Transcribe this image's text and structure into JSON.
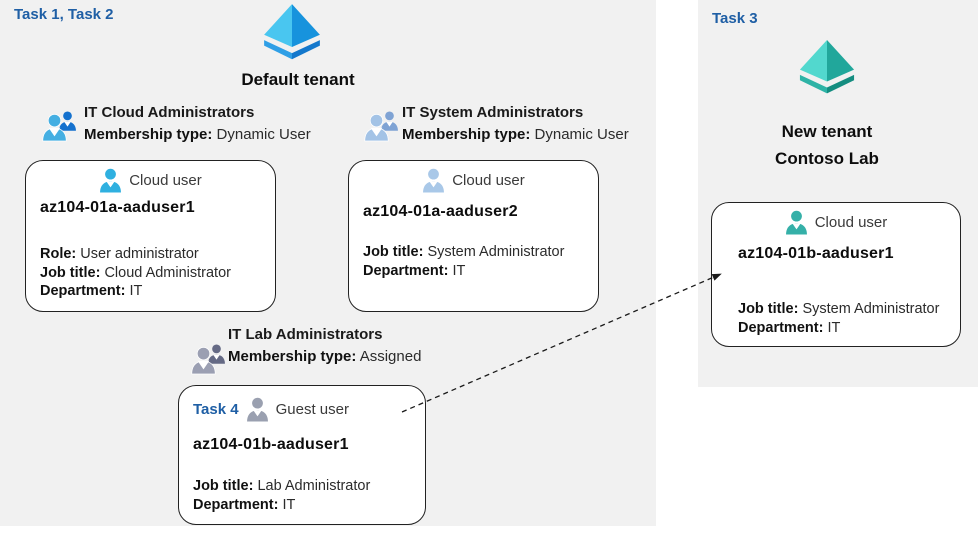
{
  "colors": {
    "task-blue": "#1f5fa5",
    "panel-gray": "#f1f1f1",
    "arrow": "#1a1a1a",
    "aad-face-light": "#49c6f0",
    "aad-face-dark": "#1793dd",
    "aad-base-left": "#2f9fe6",
    "aad-base-right": "#1478cc",
    "teal-face-light": "#52d8ce",
    "teal-face-dark": "#21a79b",
    "teal-base-left": "#2eb3a6",
    "teal-base-right": "#148d80",
    "user-cyan": "#2fb0e0",
    "user-pale-blue": "#a9c8e8",
    "user-gray": "#9aa0b0",
    "user-teal": "#35b0a8",
    "group-cloud-front": "#45afe2",
    "group-cloud-back": "#1471ce",
    "group-system-front": "#a3c3e6",
    "group-system-back": "#7fa3d4",
    "group-lab-front": "#9b9fb2",
    "group-lab-back": "#656a85"
  },
  "left_panel": {
    "task_label": "Task 1, Task 2",
    "tenant_name": "Default tenant"
  },
  "right_panel": {
    "task_label": "Task 3",
    "tenant_name_line1": "New tenant",
    "tenant_name_line2": "Contoso Lab"
  },
  "groups": [
    {
      "title": "IT Cloud Administrators",
      "membership_label": "Membership type:",
      "membership_value": "Dynamic User"
    },
    {
      "title": "IT System Administrators",
      "membership_label": "Membership type:",
      "membership_value": "Dynamic User"
    },
    {
      "title": "IT Lab Administrators",
      "membership_label": "Membership type:",
      "membership_value": "Assigned"
    }
  ],
  "users": [
    {
      "card_title": "Cloud user",
      "name": "az104-01a-aaduser1",
      "attributes": [
        {
          "label": "Role:",
          "value": "User administrator"
        },
        {
          "label": "Job title:",
          "value": "Cloud Administrator"
        },
        {
          "label": "Department:",
          "value": "IT"
        }
      ]
    },
    {
      "card_title": "Cloud user",
      "name": "az104-01a-aaduser2",
      "attributes": [
        {
          "label": "Job title:",
          "value": "System Administrator"
        },
        {
          "label": "Department:",
          "value": "IT"
        }
      ]
    },
    {
      "task_label": "Task 4",
      "card_title": "Guest user",
      "name": "az104-01b-aaduser1",
      "attributes": [
        {
          "label": "Job title:",
          "value": "Lab Administrator"
        },
        {
          "label": "Department:",
          "value": "IT"
        }
      ]
    },
    {
      "card_title": "Cloud user",
      "name": "az104-01b-aaduser1",
      "attributes": [
        {
          "label": "Job title:",
          "value": "System Administrator"
        },
        {
          "label": "Department:",
          "value": "IT"
        }
      ]
    }
  ]
}
